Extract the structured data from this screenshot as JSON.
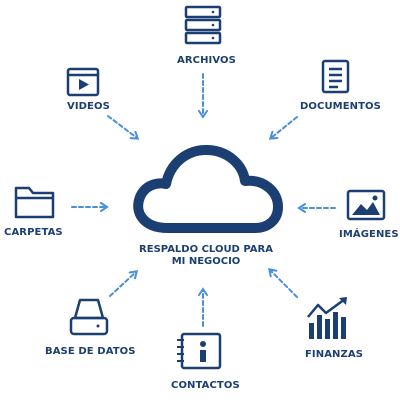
{
  "colors": {
    "navy": "#1c3f73",
    "arrow_blue": "#4a8fdc"
  },
  "center": {
    "line1": "RESPALDO CLOUD PARA",
    "line2": "MI NEGOCIO",
    "icon": "cloud-icon"
  },
  "nodes": {
    "archivos": {
      "label": "ARCHIVOS",
      "icon": "server-rack-icon"
    },
    "documentos": {
      "label": "DOCUMENTOS",
      "icon": "document-icon"
    },
    "videos": {
      "label": "VIDEOS",
      "icon": "play-video-icon"
    },
    "carpetas": {
      "label": "CARPETAS",
      "icon": "folder-icon"
    },
    "imagenes": {
      "label": "IMÁGENES",
      "icon": "image-icon"
    },
    "base_datos": {
      "label": "BASE DE DATOS",
      "icon": "hard-drive-icon"
    },
    "contactos": {
      "label": "CONTACTOS",
      "icon": "contact-book-icon"
    },
    "finanzas": {
      "label": "FINANZAS",
      "icon": "finance-chart-icon"
    }
  }
}
